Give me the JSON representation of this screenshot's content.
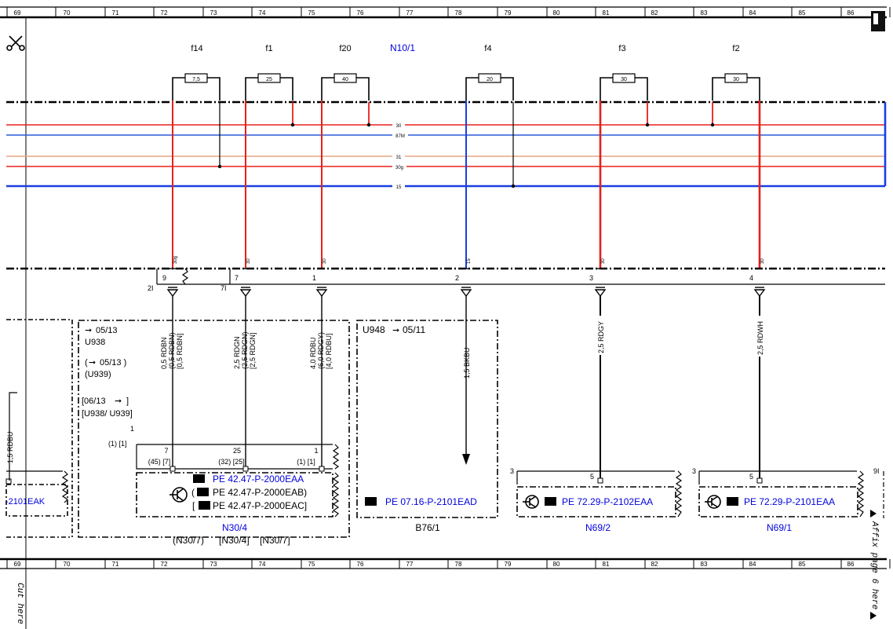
{
  "ruler": {
    "columns": [
      "69",
      "70",
      "71",
      "72",
      "73",
      "74",
      "75",
      "76",
      "77",
      "78",
      "79",
      "80",
      "81",
      "82",
      "83",
      "84",
      "85",
      "86"
    ]
  },
  "module": {
    "label": "N10/1"
  },
  "fuses": [
    {
      "name": "f14",
      "rating": "7,5"
    },
    {
      "name": "f1",
      "rating": "25"
    },
    {
      "name": "f20",
      "rating": "40"
    },
    {
      "name": "f4",
      "rating": "20"
    },
    {
      "name": "f3",
      "rating": "30"
    },
    {
      "name": "f2",
      "rating": "30"
    }
  ],
  "buses": [
    {
      "name": "30",
      "color": "#e8201c"
    },
    {
      "name": "87M",
      "color": "#2b5cd6"
    },
    {
      "name": "31",
      "color": "#e7a585"
    },
    {
      "name": "30g",
      "color": "#e8201c"
    },
    {
      "name": "15",
      "color": "#1a3fe0"
    }
  ],
  "plug_terms": [
    "30g",
    "30",
    "30",
    "15",
    "30",
    "30"
  ],
  "pins": [
    "9",
    "7",
    "1",
    "2",
    "3",
    "4"
  ],
  "pin_groups": [
    "2I",
    "7I"
  ],
  "left": {
    "wire": "1,5 RDBU",
    "connector_code": "-2101EAK"
  },
  "variants": {
    "l1": "05/13",
    "l2": "U938",
    "l3": "05/13 )",
    "l4": "(U939)",
    "l5": "[06/13",
    "l6": "]",
    "l7": "[U938/ U939]",
    "pin_a": "1",
    "pin_b": "(1) [1]"
  },
  "wires": {
    "w1": [
      "0,5 RDBN",
      "(0,5 RDBN)",
      "[0,5 RDBN]"
    ],
    "w2": [
      "2,5 RDGN",
      "(2,5 RDGN)",
      "[2,5 RDGN]"
    ],
    "w3": [
      "4,0 RDBU",
      "(6,0 RDGY)",
      "[4,0 RDBU]"
    ],
    "w4": "1,5 BKBU",
    "w5": "2,5 RDGY",
    "w6": "2,5 RDWH"
  },
  "n30": {
    "pins": [
      "7",
      "(45) [7]",
      "25",
      "(32) [25]",
      "1",
      "(1) [1]"
    ],
    "ref1": "PE 42.47-P-2000EAA",
    "ref2": "(",
    "ref2b": "PE 42.47-P-2000EAB)",
    "ref3": "[",
    "ref3b": "PE 42.47-P-2000EAC]",
    "label": "N30/4",
    "sub1": "(N30/7)",
    "sub2": "[N30/4]",
    "sub3": "[N30/7]"
  },
  "b76": {
    "header": "U948",
    "header_date": "05/11",
    "ref": "PE 07.16-P-2101EAD",
    "label": "B76/1"
  },
  "n69_2": {
    "pin_a": "3",
    "pin_b": "5",
    "ref": "PE 72.29-P-2102EAA",
    "label": "N69/2"
  },
  "n69_1": {
    "pin_a": "3",
    "pin_b": "5",
    "ref": "PE 72.29-P-2101EAA",
    "label": "N69/1"
  },
  "right_pin": "9I",
  "margin": {
    "affix": "Affix page 6 here",
    "cut": "Cut here"
  },
  "colors": {
    "link_blue": "#0000dd",
    "red": "#e8201c",
    "blue": "#1a3fe0"
  }
}
